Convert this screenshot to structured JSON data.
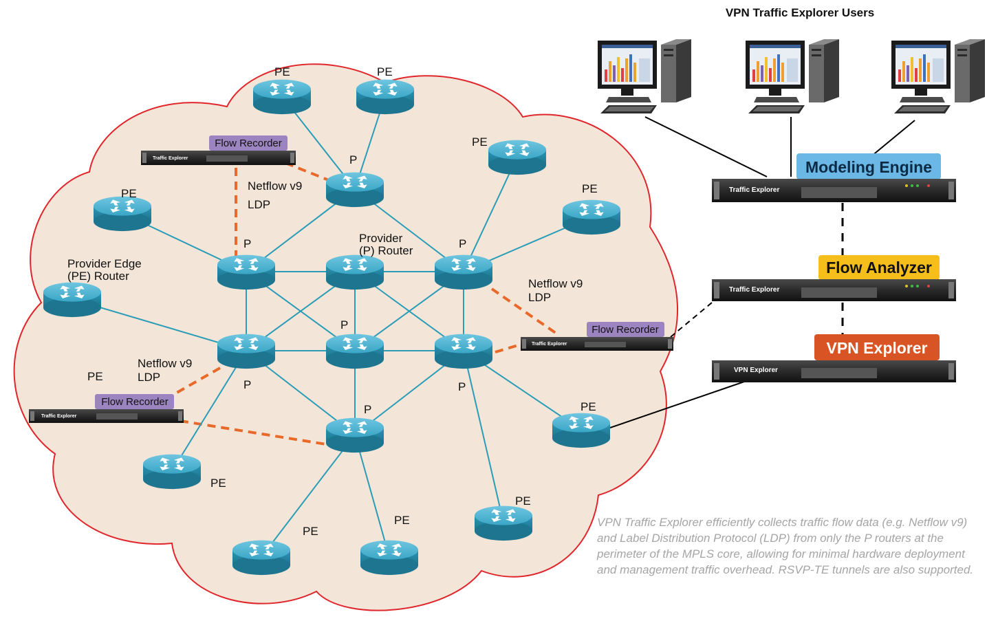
{
  "title": "VPN  Traffic Explorer Users",
  "tags": {
    "modeling_engine": "Modeling Engine",
    "flow_analyzer": "Flow Analyzer",
    "vpn_explorer": "VPN Explorer",
    "flow_recorder": "Flow Recorder"
  },
  "appliance_labels": {
    "traffic_explorer": "Traffic Explorer",
    "vpn_explorer": "VPN Explorer"
  },
  "labels": {
    "pe": "PE",
    "p": "P",
    "netflow": "Netflow v9",
    "ldp": "LDP",
    "provider_p_line1": "Provider",
    "provider_p_line2": "(P) Router",
    "provider_edge_line1": "Provider Edge",
    "provider_edge_line2": "(PE) Router"
  },
  "caption": "VPN Traffic Explorer efficiently collects traffic flow data (e.g. Netflow v9) and Label Distribution Protocol (LDP) from only the P routers at the perimeter of the MPLS core, allowing for minimal hardware deployment and management traffic overhead.  RSVP-TE tunnels are also supported.",
  "colors": {
    "cloud_fill": "#f3e6d8",
    "cloud_stroke": "#e0252b",
    "router": "#33a0c0",
    "link": "#2a9cb8",
    "dashed_orange": "#e8692a",
    "modeling_engine_tag": "#6bb8e6",
    "flow_analyzer_tag": "#f5be1a",
    "vpn_explorer_tag": "#d95424",
    "flow_recorder_tag": "#9b84bf",
    "caption_text": "#a5a5a5"
  }
}
